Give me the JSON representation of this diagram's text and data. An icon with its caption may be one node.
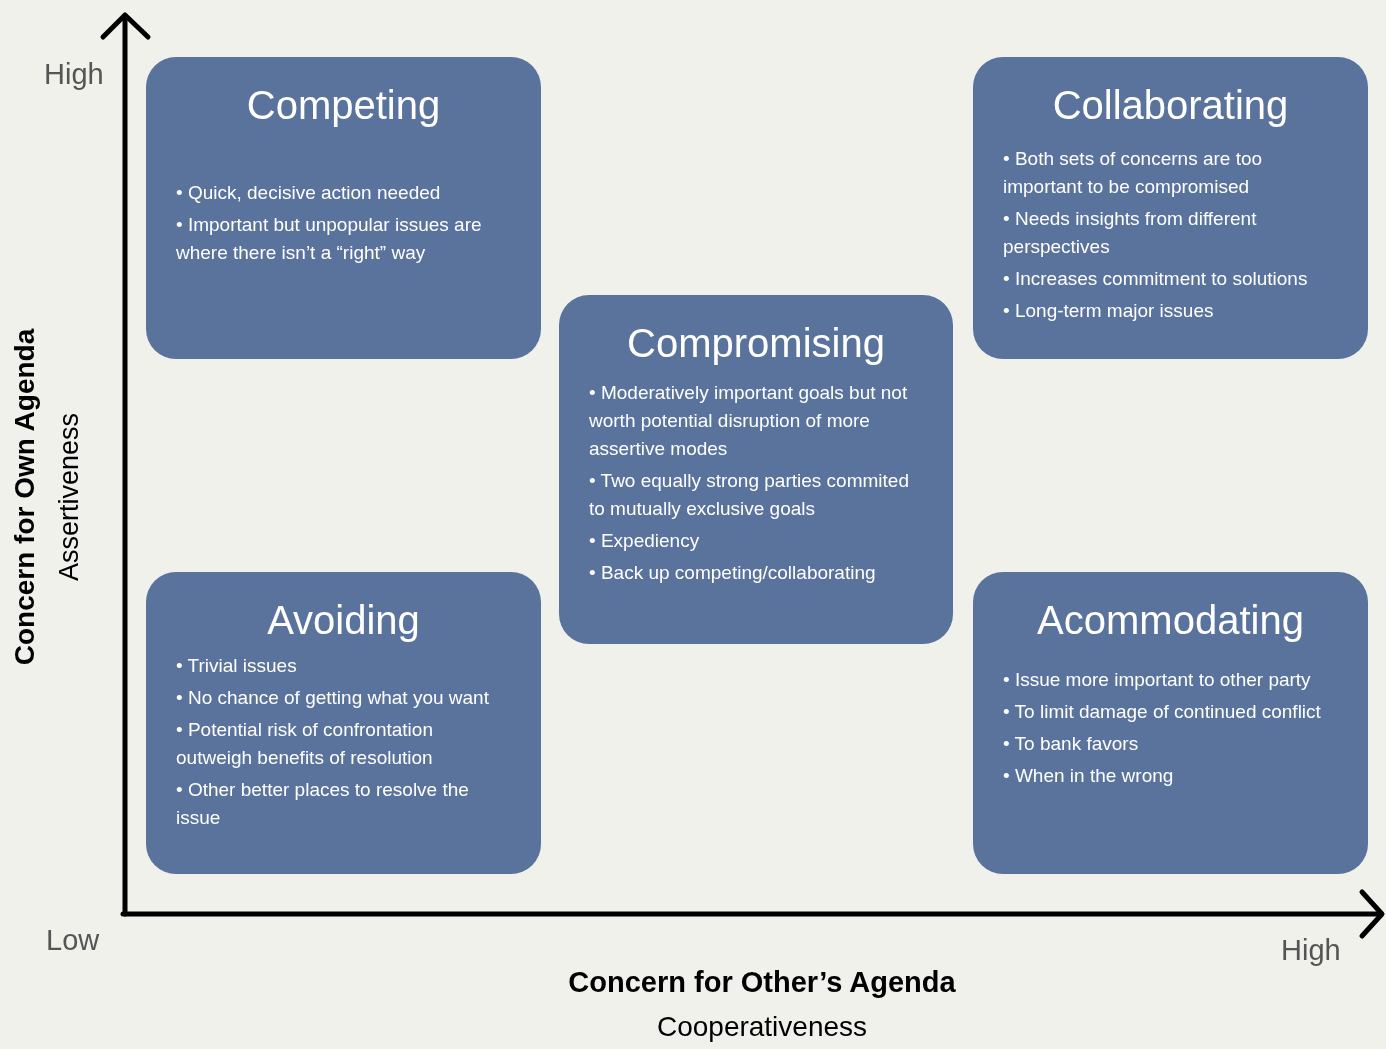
{
  "diagram": {
    "nodes": [
      {
        "text": [
          "Competing",
          "• Quick, decisive action needed",
          "• Important but unpopular issues are where there isn’t a “right” way"
        ]
      },
      {
        "text": [
          "Collaborating",
          "• Both sets of concerns are too important to be compromised",
          "• Needs insights from different perspectives",
          "• Increases commitment to solutions",
          "• Long-term major issues"
        ]
      },
      {
        "text": [
          "Compromising",
          "• Moderatively important goals but not worth potential disruption of more assertive modes",
          "• Two equally strong parties commited to mutually exclusive goals",
          "• Expediency",
          "• Back up competing/collaborating"
        ]
      },
      {
        "text": [
          "Avoiding",
          "• Trivial issues",
          "• No chance of getting what you want",
          "• Potential risk of confrontation outweigh benefits of resolution",
          "• Other better places to resolve the issue"
        ]
      },
      {
        "text": [
          "Acommodating",
          "• Issue more important to other party",
          "• To limit damage of continued conflict",
          "• To bank favors",
          "• When in the wrong"
        ]
      }
    ],
    "labels": [
      "High",
      "Concern for Own Agenda",
      "Assertiveness",
      "Low",
      "High",
      "Concern for Other’s Agenda",
      "Cooperativeness"
    ]
  }
}
